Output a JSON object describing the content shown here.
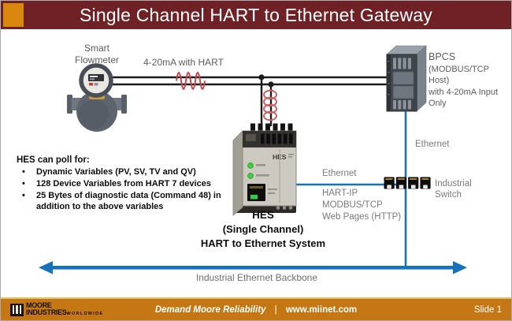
{
  "title": "Single Channel HART to Ethernet Gateway",
  "diagram": {
    "flowmeter": {
      "label_line1": "Smart",
      "label_line2": "Flowmeter"
    },
    "analog_wire_label": "4-20mA with HART",
    "bpcs": {
      "name": "BPCS",
      "desc_line1": "(MODBUS/TCP Host)",
      "desc_line2": "with 4-20mA Input",
      "desc_line3": "Only",
      "ethernet_label": "Ethernet"
    },
    "hes": {
      "ethernet_label": "Ethernet",
      "device_label": "HES",
      "caption_name": "HES",
      "caption_line2": "(Single Channel)",
      "caption_line3": "HART to Ethernet System"
    },
    "protocols": {
      "line1": "HART-IP",
      "line2": "MODBUS/TCP",
      "line3": "Web Pages (HTTP)"
    },
    "switch_label": {
      "line1": "Industrial",
      "line2": "Switch"
    },
    "backbone_label": "Industrial Ethernet Backbone",
    "poll_info": {
      "heading": "HES can poll for:",
      "bullet_char": "•",
      "bullets": [
        "Dynamic Variables (PV, SV, TV and QV)",
        "128 Device Variables from HART 7 devices",
        "25 Bytes of diagnostic data (Command 48) in addition to the above variables"
      ]
    }
  },
  "footer": {
    "logo_line1": "MOORE",
    "logo_line2": "INDUSTRIES",
    "logo_line3": "WORLDWIDE",
    "tagline": "Demand Moore Reliability",
    "separator": "|",
    "website": "www.miinet.com",
    "slide_label": "Slide 1"
  },
  "colors": {
    "title_bg": "#702125",
    "accent_orange": "#d8880f",
    "footer_bg": "#c47713",
    "ethernet_blue": "#1872bb",
    "hart_red": "#c4444e",
    "wire_black": "#1b1b1b",
    "label_gray": "#5c5c5c",
    "muted_gray": "#7b7b7b"
  }
}
